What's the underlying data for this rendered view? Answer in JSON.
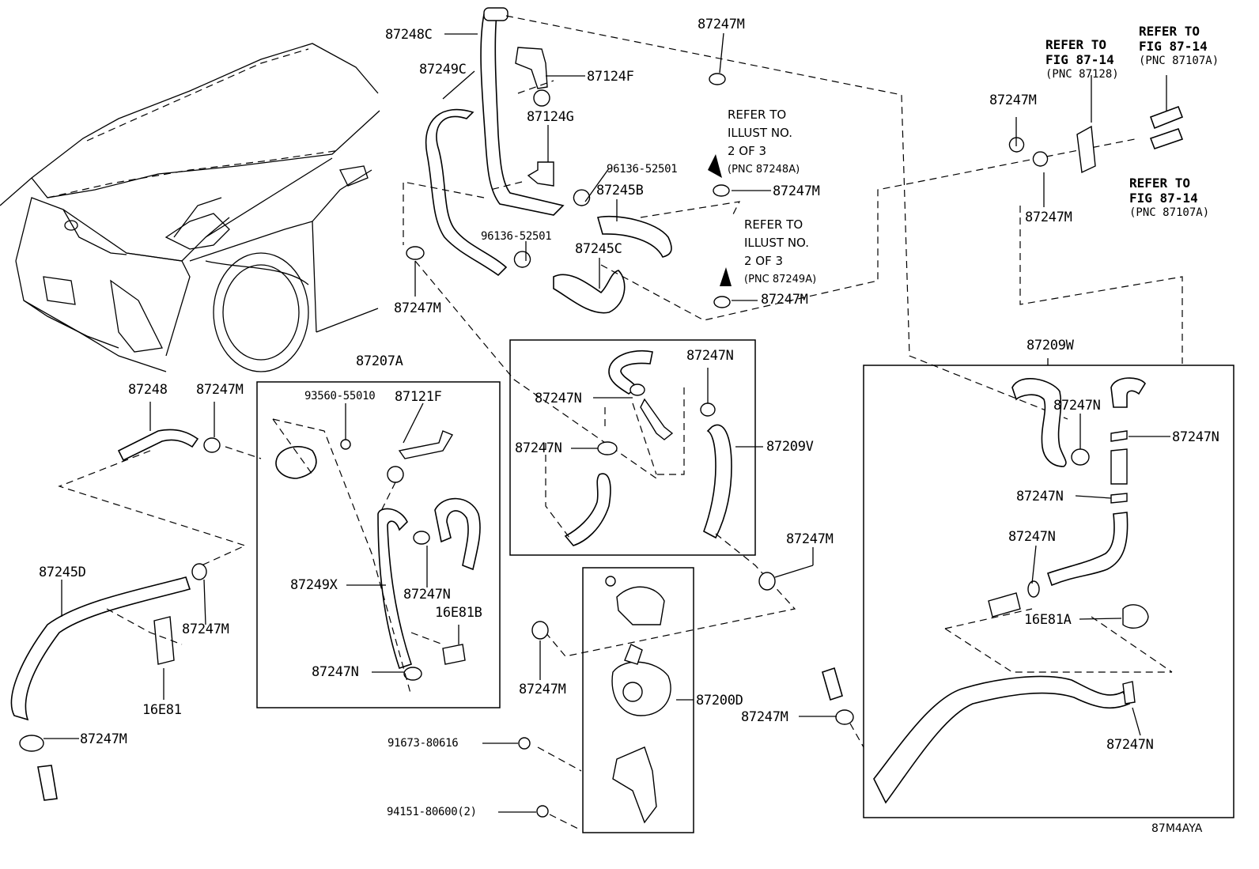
{
  "diagram_code": "87M4AYA",
  "boxes": {
    "left_group": "87207A",
    "center_group": "87209V",
    "pump_group": "87200D",
    "right_group": "87209W"
  },
  "labels": {
    "l_87248C": "87248C",
    "l_87249C": "87249C",
    "l_87124F": "87124F",
    "l_87124G": "87124G",
    "l_87247M_top": "87247M",
    "l_96136_a": "96136-52501",
    "l_87245B": "87245B",
    "l_87247M_r1": "87247M",
    "l_96136_b": "96136-52501",
    "l_87245C": "87245C",
    "l_87247M_r2": "87247M",
    "l_87247M_mid": "87247M",
    "l_87247M_tr1": "87247M",
    "l_87247M_tr2": "87247M",
    "l_87248": "87248",
    "l_87247M_a": "87247M",
    "l_93560": "93560-55010",
    "l_87121F": "87121F",
    "l_87249X": "87249X",
    "l_87247N_x1": "87247N",
    "l_16E81B": "16E81B",
    "l_87247N_x2": "87247N",
    "l_87245D": "87245D",
    "l_87247M_b": "87247M",
    "l_16E81": "16E81",
    "l_87247M_c": "87247M",
    "l_87247N_c1": "87247N",
    "l_87247N_c2": "87247N",
    "l_87247N_c3": "87247N",
    "l_87247M_d": "87247M",
    "l_87247M_e": "87247M",
    "l_91673": "91673-80616",
    "l_94151": "94151-80600(2)",
    "l_87247M_f": "87247M",
    "l_87247N_w1": "87247N",
    "l_87247N_w2": "87247N",
    "l_87247N_w3": "87247N",
    "l_87247N_w4": "87247N",
    "l_16E81A": "16E81A",
    "l_87247N_w5": "87247N"
  },
  "notes": {
    "illust_a": {
      "l1": "REFER TO",
      "l2": "ILLUST NO.",
      "l3": "2 OF 3",
      "l4": "(PNC 87248A)"
    },
    "illust_b": {
      "l1": "REFER TO",
      "l2": "ILLUST NO.",
      "l3": "2 OF 3",
      "l4": "(PNC 87249A)"
    },
    "fig_a": {
      "l1": "REFER TO",
      "l2": "FIG 87-14",
      "l3": "(PNC 87128)"
    },
    "fig_b": {
      "l1": "REFER TO",
      "l2": "FIG 87-14",
      "l3": "(PNC 87107A)"
    },
    "fig_c": {
      "l1": "REFER TO",
      "l2": "FIG 87-14",
      "l3": "(PNC 87107A)"
    }
  }
}
